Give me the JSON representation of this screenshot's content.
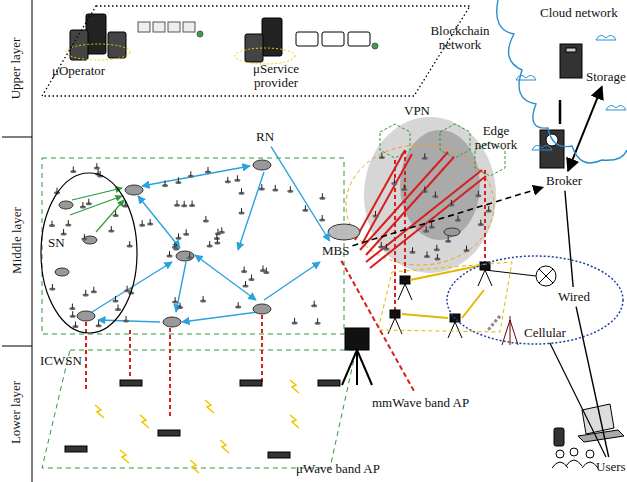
{
  "diagram": {
    "nodes": [
      {
        "text": [
          "Blockchain network"
        ]
      },
      {
        "text": [
          "μOperator"
        ],
        "in": 0
      },
      {
        "text": [
          "μService provider"
        ],
        "in": 0
      },
      {
        "text": [
          "Cloud network"
        ]
      },
      {
        "text": [
          "Storage"
        ],
        "in": 3
      },
      {
        "text": [
          "Broker"
        ],
        "in": 3
      },
      {
        "text": [
          "SN"
        ]
      },
      {
        "text": [
          "RN"
        ]
      },
      {
        "text": [
          "MBS"
        ]
      },
      {
        "text": [
          "VPN"
        ]
      },
      {
        "text": [
          "Edge network"
        ]
      },
      {
        "text": [
          "mmWave band AP"
        ]
      },
      {
        "text": [
          "μWave band AP"
        ]
      },
      {
        "text": [
          "Wired"
        ]
      },
      {
        "text": [
          "Cellular"
        ]
      },
      {
        "text": [
          "Users"
        ]
      }
    ],
    "edges": [
      {
        "from": 4,
        "to": 5,
        "arrow": "both"
      },
      {
        "from": 8,
        "to": 5,
        "arrow": "to"
      },
      {
        "from": 7,
        "to": 8,
        "arrow": "to"
      },
      {
        "from": 8,
        "to": 11,
        "arrow": "none"
      },
      {
        "from": 5,
        "to": 13,
        "arrow": "none"
      },
      {
        "from": 13,
        "to": 15,
        "arrow": "none"
      },
      {
        "from": 14,
        "to": 15,
        "arrow": "none"
      }
    ],
    "labels": [
      "Upper layer",
      "Middle layer",
      "Lower layer",
      "ICWSN"
    ]
  }
}
